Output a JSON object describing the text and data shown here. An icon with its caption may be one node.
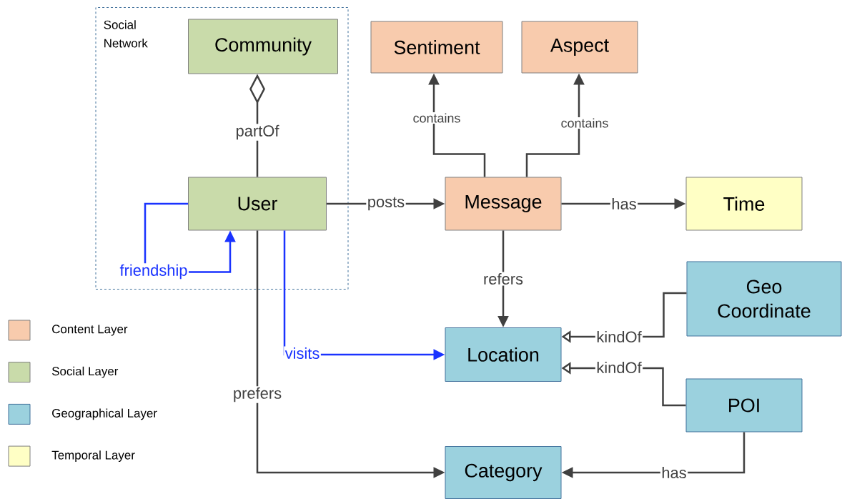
{
  "diagram": {
    "nodes": [
      {
        "text": [
          "Social Network"
        ]
      },
      {
        "text": [
          "Community"
        ],
        "in": 0
      },
      {
        "text": [
          "User"
        ],
        "in": 0
      },
      {
        "text": [
          "Sentiment"
        ]
      },
      {
        "text": [
          "Aspect"
        ]
      },
      {
        "text": [
          "Message"
        ]
      },
      {
        "text": [
          "Time"
        ]
      },
      {
        "text": [
          "Geo Coordinate"
        ]
      },
      {
        "text": [
          "Location"
        ]
      },
      {
        "text": [
          "POI"
        ]
      },
      {
        "text": [
          "Category"
        ]
      }
    ],
    "edges": [
      {
        "from": 2,
        "to": 1,
        "arrow": "other",
        "label": "partOf"
      },
      {
        "from": 2,
        "to": 2,
        "arrow": "to",
        "label": "friendship",
        "color": "#1a33ff"
      },
      {
        "from": 2,
        "to": 5,
        "arrow": "to",
        "label": "posts"
      },
      {
        "from": 5,
        "to": 3,
        "arrow": "to",
        "label": "contains"
      },
      {
        "from": 5,
        "to": 4,
        "arrow": "to",
        "label": "contains"
      },
      {
        "from": 5,
        "to": 6,
        "arrow": "to",
        "label": "has"
      },
      {
        "from": 5,
        "to": 8,
        "arrow": "to",
        "label": "refers"
      },
      {
        "from": 2,
        "to": 8,
        "arrow": "to",
        "label": "visits",
        "color": "#1a33ff"
      },
      {
        "from": 7,
        "to": 8,
        "arrow": "to",
        "label": "kindOf"
      },
      {
        "from": 9,
        "to": 8,
        "arrow": "to",
        "label": "kindOf"
      },
      {
        "from": 2,
        "to": 10,
        "arrow": "to",
        "label": "prefers"
      },
      {
        "from": 9,
        "to": 10,
        "arrow": "to",
        "label": "has"
      }
    ],
    "legend": [
      {
        "text": "Content Layer",
        "color": "#f8cbad"
      },
      {
        "text": "Social Layer",
        "color": "#c9dbaa"
      },
      {
        "text": "Geographical Layer",
        "color": "#9bd1de"
      },
      {
        "text": "Temporal Layer",
        "color": "#ffffc5"
      }
    ]
  }
}
